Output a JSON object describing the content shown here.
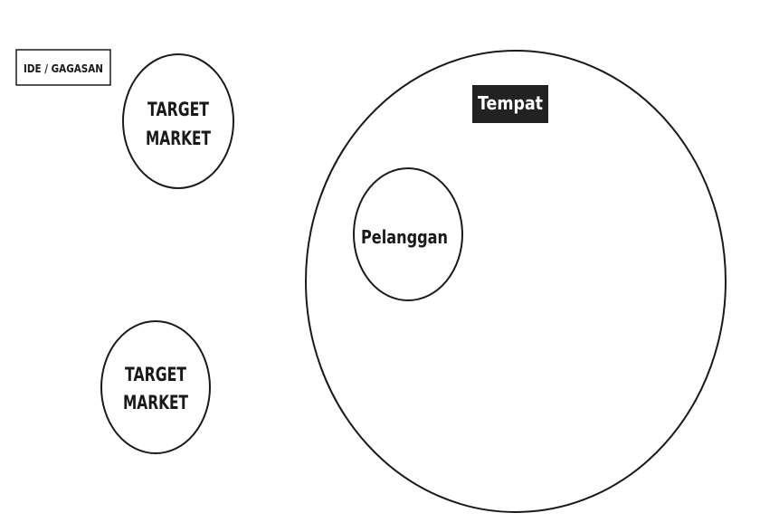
{
  "diagram": {
    "idea_box": {
      "label": "IDE / GAGASAN"
    },
    "target_market_1": {
      "line1": "TARGET",
      "line2": "MARKET"
    },
    "target_market_2": {
      "line1": "TARGET",
      "line2": "MARKET"
    },
    "place": {
      "label": "Tempat"
    },
    "customer": {
      "label": "Pelanggan"
    }
  }
}
